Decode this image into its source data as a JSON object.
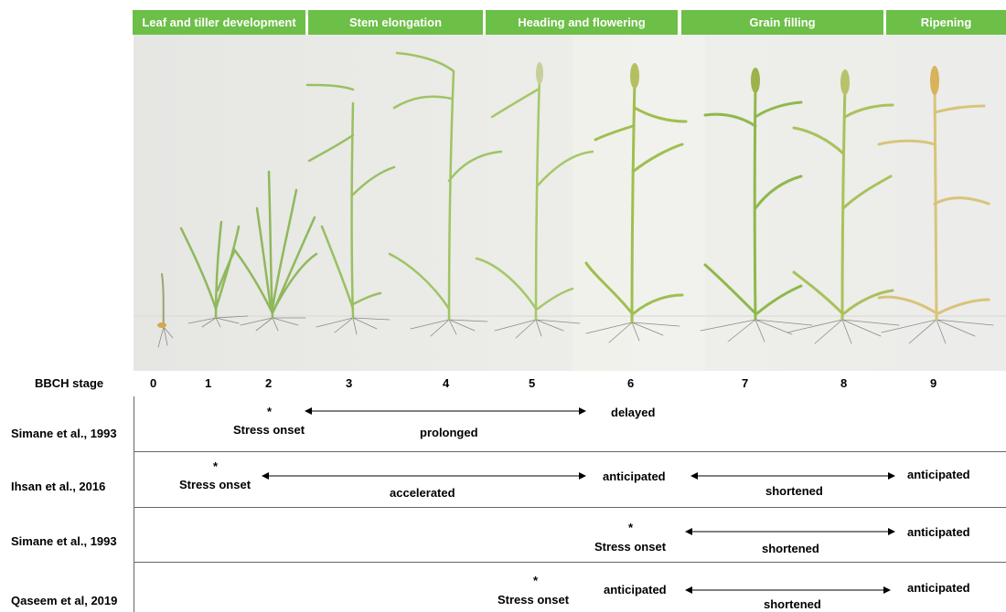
{
  "stages": [
    {
      "label": "Leaf and tiller development",
      "color": "#6cbf47"
    },
    {
      "label": "Stem elongation",
      "color": "#6cbf47"
    },
    {
      "label": "Heading and flowering",
      "color": "#6cbf47"
    },
    {
      "label": "Grain filling",
      "color": "#6cbf47"
    },
    {
      "label": "Ripening",
      "color": "#6cbf47"
    }
  ],
  "bbch": {
    "title": "BBCH stage",
    "values": [
      "0",
      "1",
      "2",
      "3",
      "4",
      "5",
      "6",
      "7",
      "8",
      "9"
    ]
  },
  "rows": [
    {
      "citation": "Simane et al., 1993",
      "star": "*",
      "onset": "Stress onset",
      "phase1": "prolonged",
      "end1": "delayed"
    },
    {
      "citation": "Ihsan et al., 2016",
      "star": "*",
      "onset": "Stress onset",
      "phase1": "accelerated",
      "end1": "anticipated",
      "phase2": "shortened",
      "end2": "anticipated"
    },
    {
      "citation": "Simane et al., 1993",
      "star": "*",
      "onset": "Stress onset",
      "phase2": "shortened",
      "end2": "anticipated"
    },
    {
      "citation": "Qaseem et al, 2019",
      "star": "*",
      "onset": "Stress onset",
      "end1": "anticipated",
      "phase2": "shortened",
      "end2": "anticipated"
    }
  ]
}
